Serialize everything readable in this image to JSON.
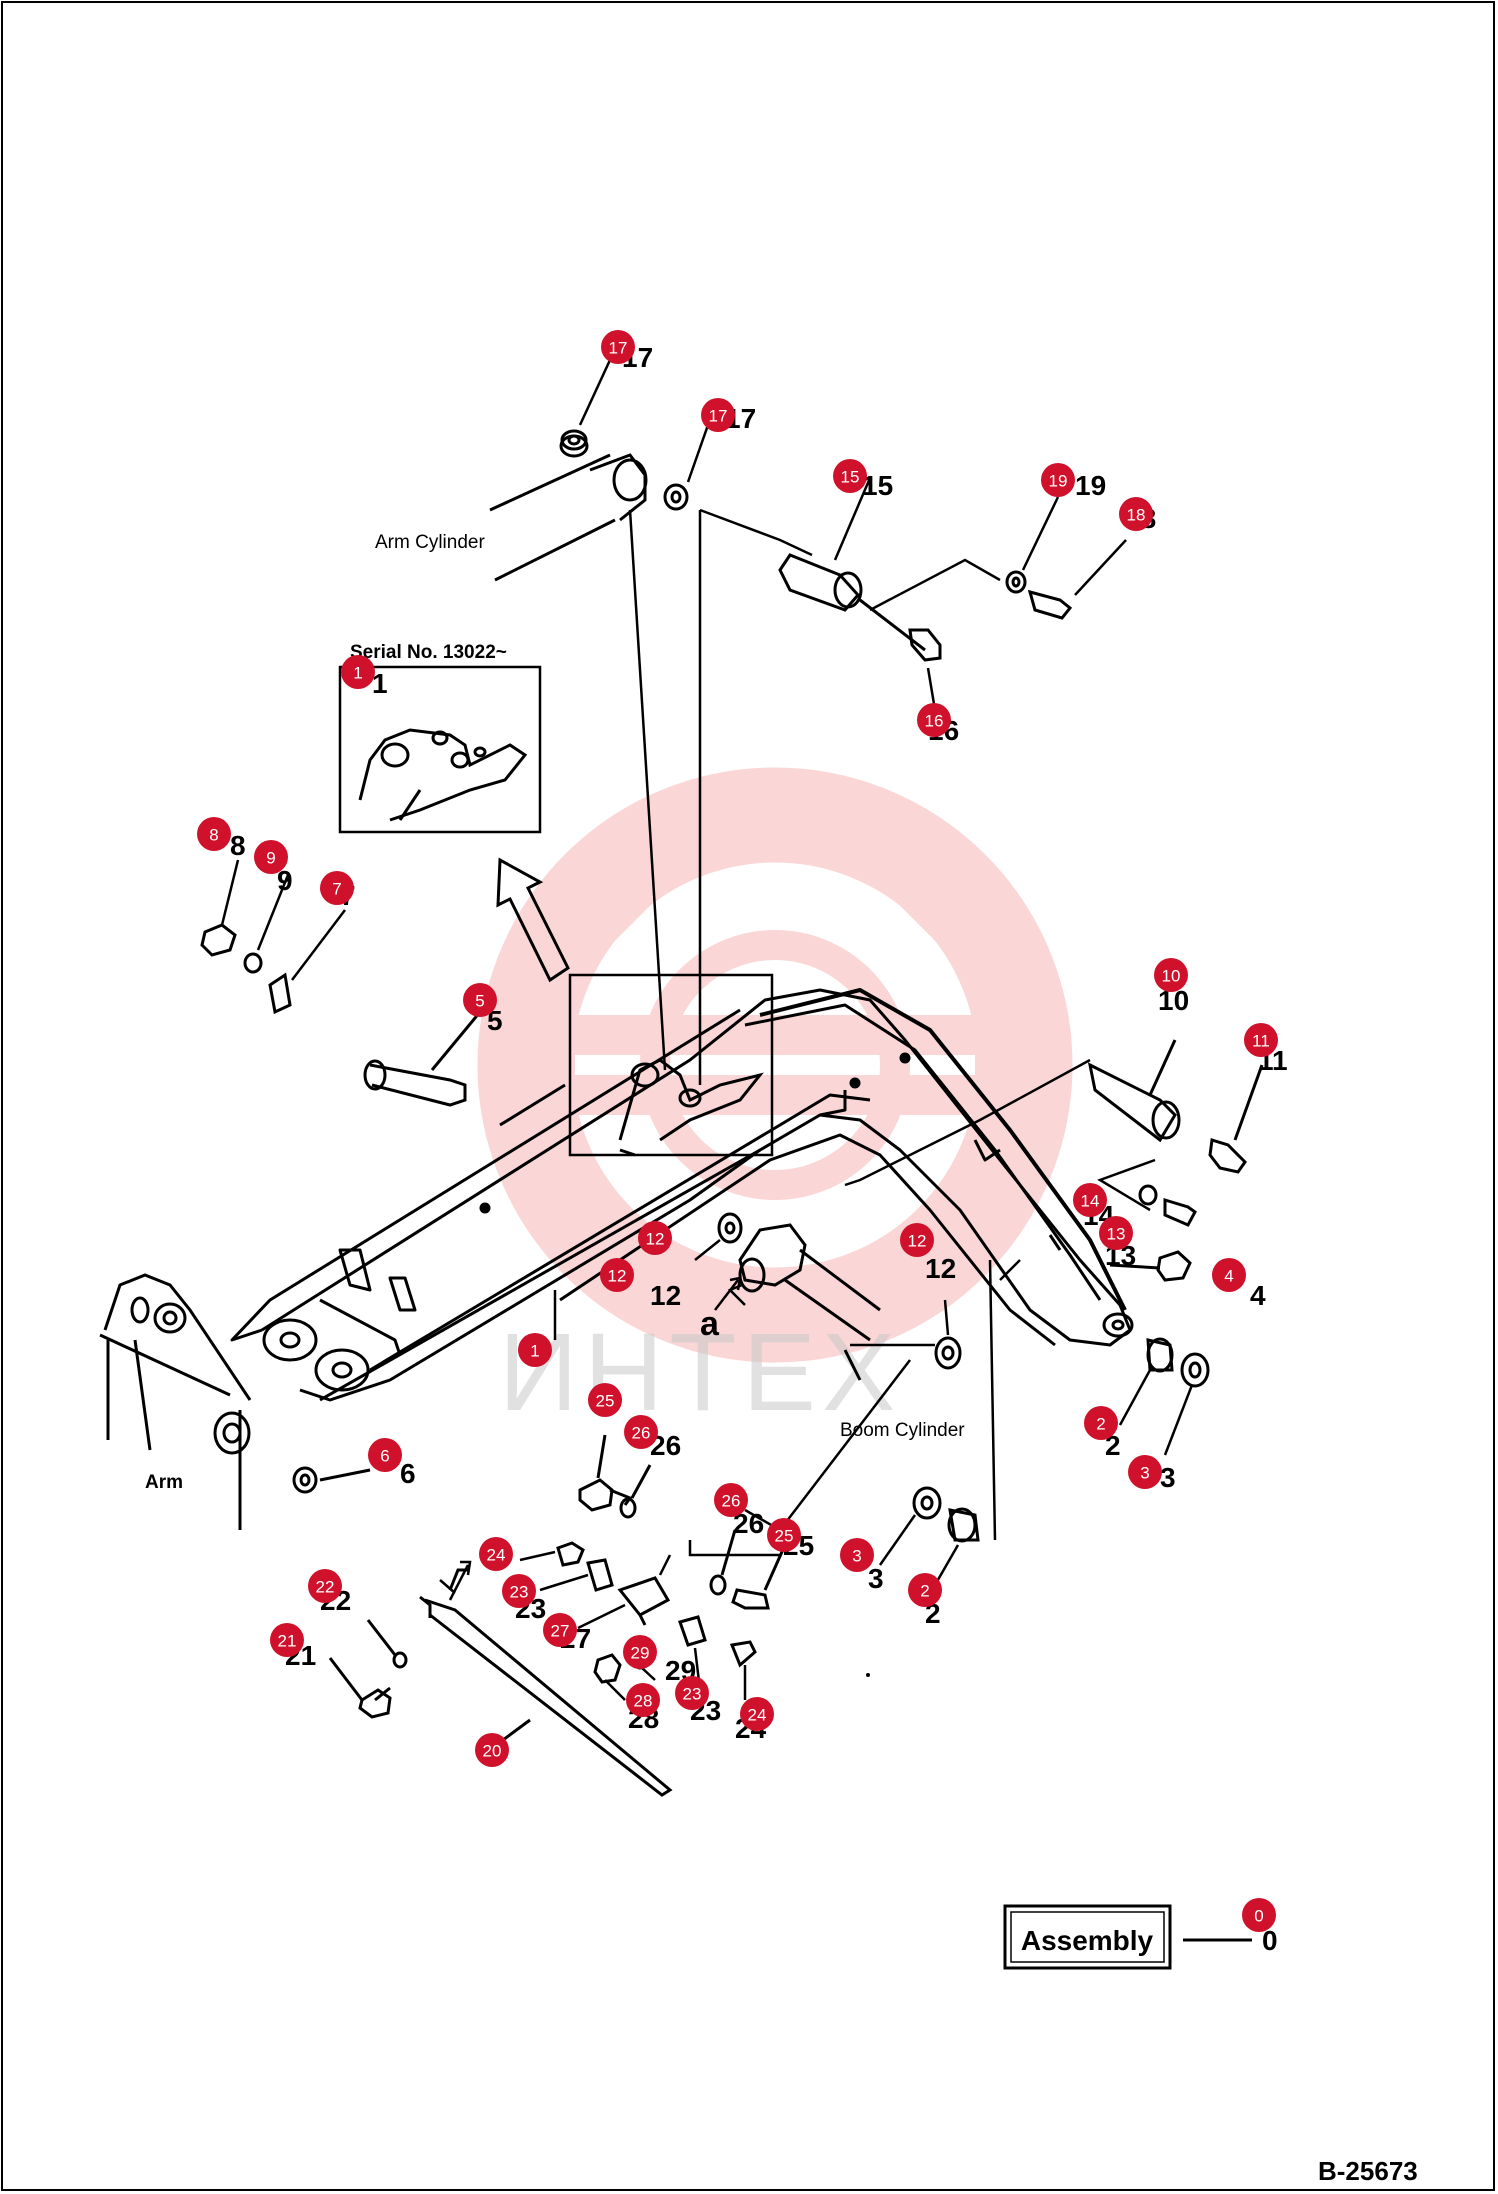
{
  "labels": {
    "arm_cylinder": "Arm Cylinder",
    "serial_no": "Serial No. 13022~",
    "boom_cylinder": "Boom Cylinder",
    "arm": "Arm",
    "detail_a": "a",
    "assembly": "Assembly",
    "drawing_code": "B-25673",
    "watermark": "ИНТЕХ"
  },
  "callouts": [
    {
      "n": "0"
    },
    {
      "n": "1"
    },
    {
      "n": "1"
    },
    {
      "n": "2"
    },
    {
      "n": "2"
    },
    {
      "n": "3"
    },
    {
      "n": "3"
    },
    {
      "n": "4"
    },
    {
      "n": "5"
    },
    {
      "n": "6"
    },
    {
      "n": "7"
    },
    {
      "n": "8"
    },
    {
      "n": "9"
    },
    {
      "n": "10"
    },
    {
      "n": "11"
    },
    {
      "n": "12"
    },
    {
      "n": "12"
    },
    {
      "n": "12"
    },
    {
      "n": "13"
    },
    {
      "n": "14"
    },
    {
      "n": "15"
    },
    {
      "n": "16"
    },
    {
      "n": "17"
    },
    {
      "n": "17"
    },
    {
      "n": "18"
    },
    {
      "n": "19"
    },
    {
      "n": "20"
    },
    {
      "n": "21"
    },
    {
      "n": "22"
    },
    {
      "n": "23"
    },
    {
      "n": "23"
    },
    {
      "n": "24"
    },
    {
      "n": "24"
    },
    {
      "n": "25"
    },
    {
      "n": "25"
    },
    {
      "n": "26"
    },
    {
      "n": "26"
    },
    {
      "n": "27"
    },
    {
      "n": "28"
    },
    {
      "n": "29"
    }
  ],
  "printed_numbers": [
    "17",
    "17",
    "15",
    "19",
    "18",
    "16",
    "1",
    "8",
    "9",
    "7",
    "5",
    "10",
    "11",
    "12",
    "12",
    "4",
    "13",
    "14",
    "2",
    "3",
    "3",
    "2",
    "6",
    "26",
    "26",
    "25",
    "22",
    "21",
    "23",
    "27",
    "28",
    "29",
    "23",
    "24",
    "0"
  ],
  "colors": {
    "callout": "#d0112b",
    "callout_text": "#ffffff",
    "watermark": "#f4a6a6",
    "ink": "#000000"
  }
}
